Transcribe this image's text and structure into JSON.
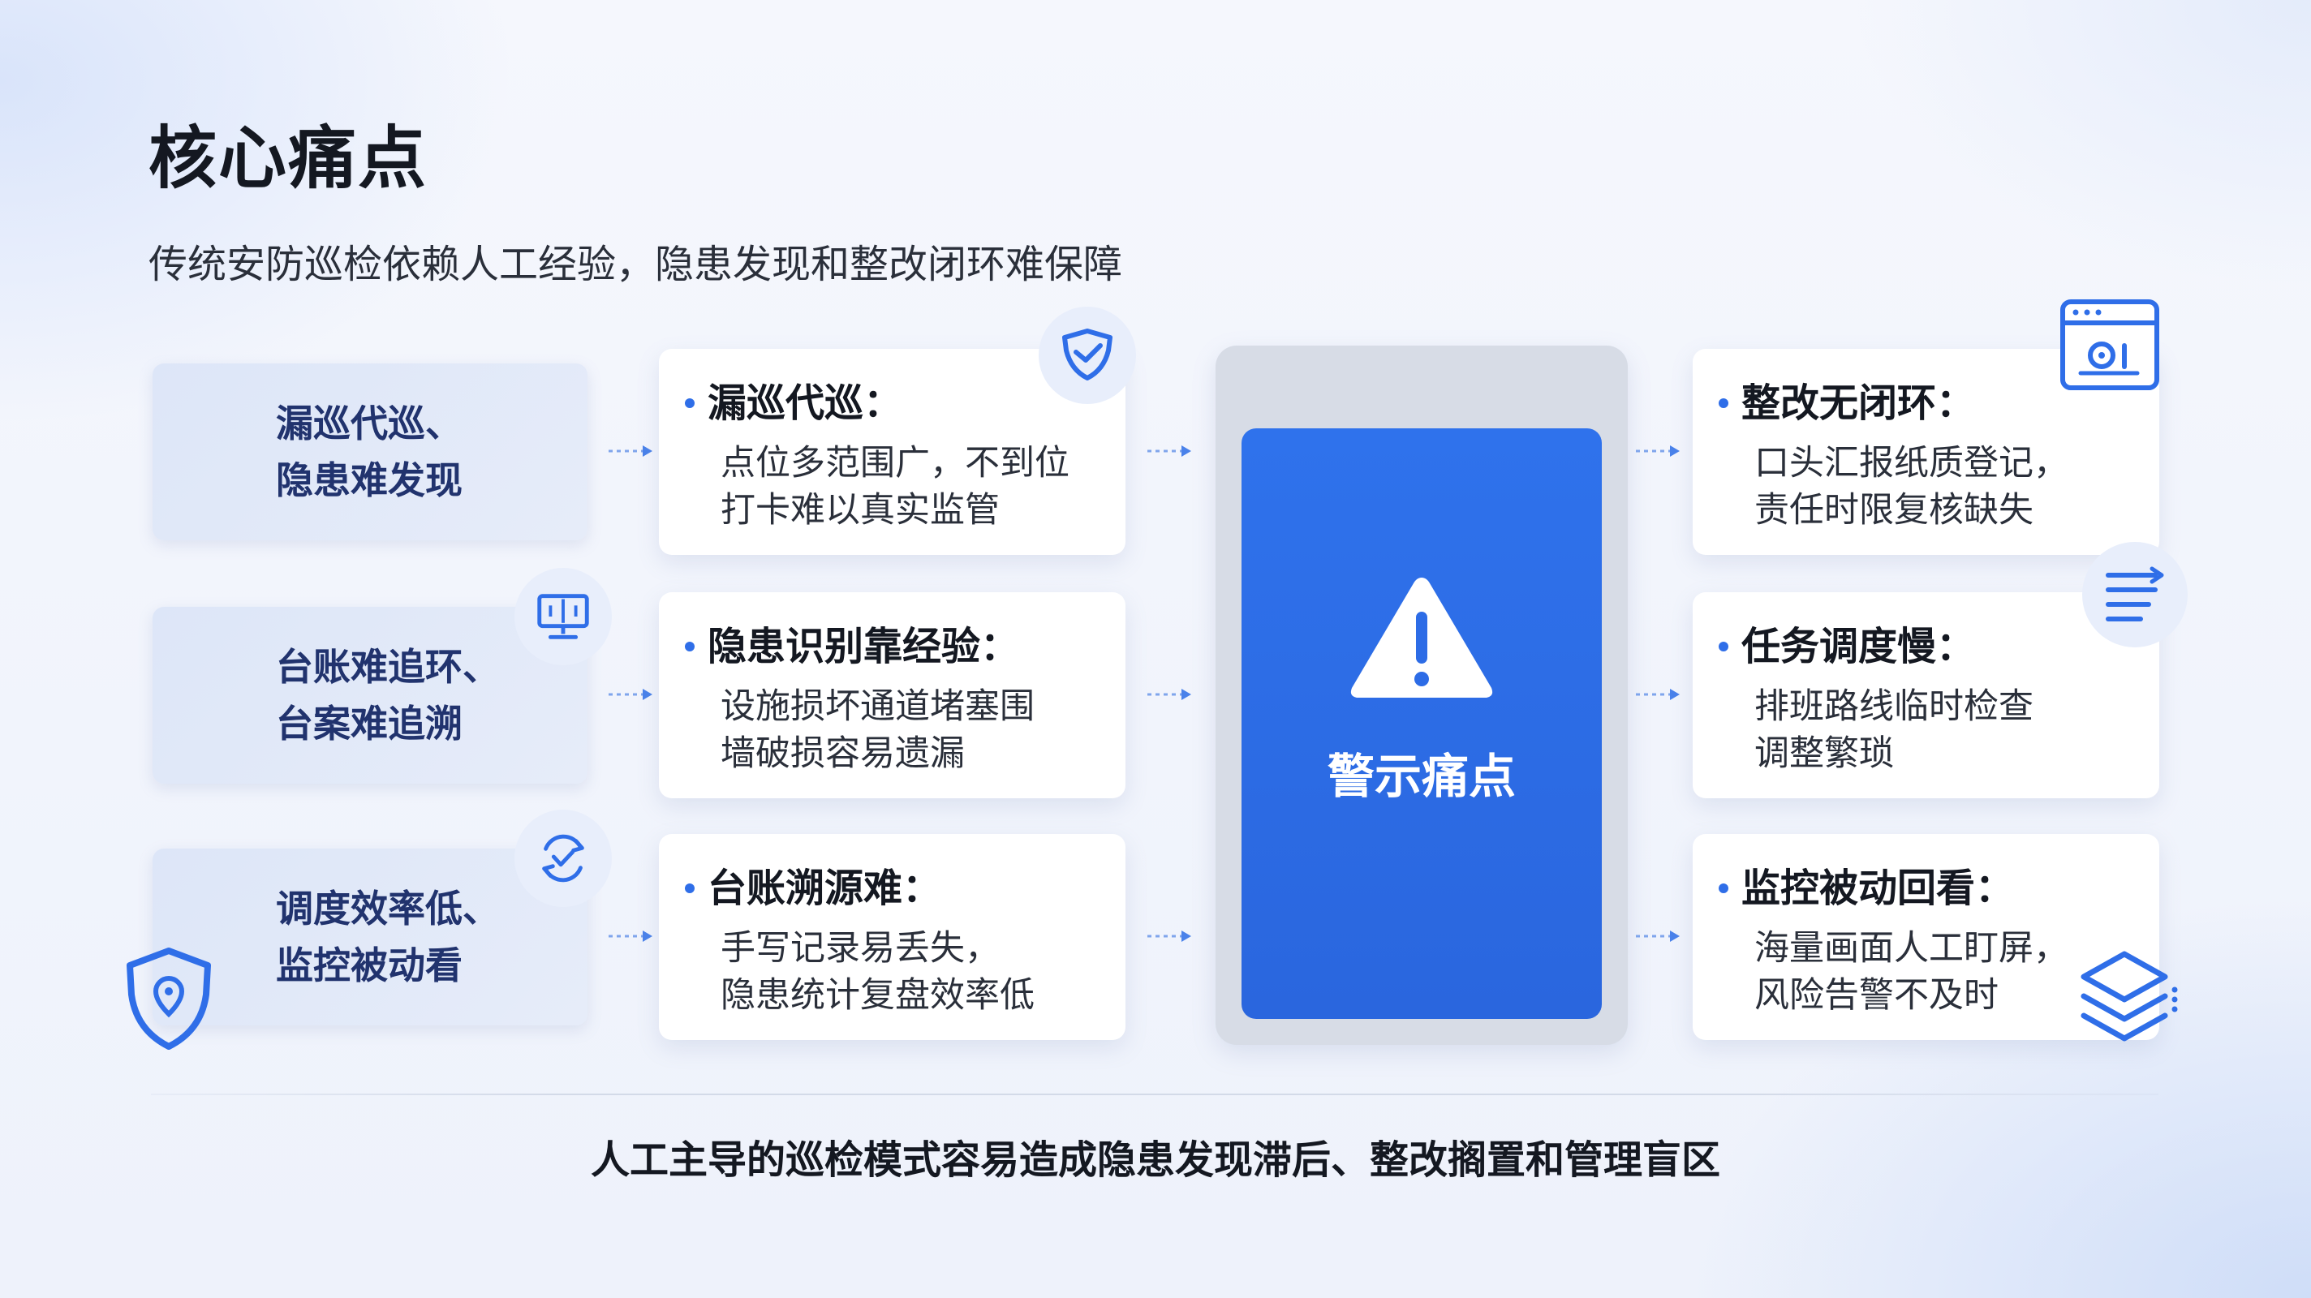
{
  "page": {
    "title": "核心痛点",
    "subtitle": "传统安防巡检依赖人工经验，隐患发现和整改闭环难保障",
    "footer": "人工主导的巡检模式容易造成隐患发现滞后、整改搁置和管理盲区"
  },
  "left_tags": [
    {
      "line1": "漏巡代巡、",
      "line2": "隐患难发现"
    },
    {
      "line1": "台账难追环、",
      "line2": "台案难追溯"
    },
    {
      "line1": "调度效率低、",
      "line2": "监控被动看"
    }
  ],
  "left_cards": [
    {
      "title": "漏巡代巡：",
      "lines": [
        "点位多范围广，不到位",
        "打卡难以真实监管"
      ]
    },
    {
      "title": "隐患识别靠经验：",
      "lines": [
        "设施损坏通道堵塞围",
        "墙破损容易遗漏"
      ]
    },
    {
      "title": "台账溯源难：",
      "lines": [
        "手写记录易丢失，",
        "隐患统计复盘效率低"
      ]
    }
  ],
  "center": {
    "label": "警示痛点"
  },
  "right_cards": [
    {
      "title": "整改无闭环：",
      "lines": [
        "口头汇报纸质登记，",
        "责任时限复核缺失"
      ]
    },
    {
      "title": "任务调度慢：",
      "lines": [
        "排班路线临时检查",
        "调整繁琐"
      ]
    },
    {
      "title": "监控被动回看：",
      "lines": [
        "海量画面人工盯屏，",
        "风险告警不及时"
      ]
    }
  ],
  "colors": {
    "accent": "#2f6ee8",
    "center_blue": "#2d6ce6",
    "tag_text": "#21336e"
  },
  "icons": [
    "shield-check-icon",
    "book-stand-icon",
    "refresh-check-icon",
    "shield-location-icon",
    "browser-window-icon",
    "list-lines-icon",
    "layers-icon",
    "warning-triangle-icon",
    "arrow-right-icon"
  ]
}
